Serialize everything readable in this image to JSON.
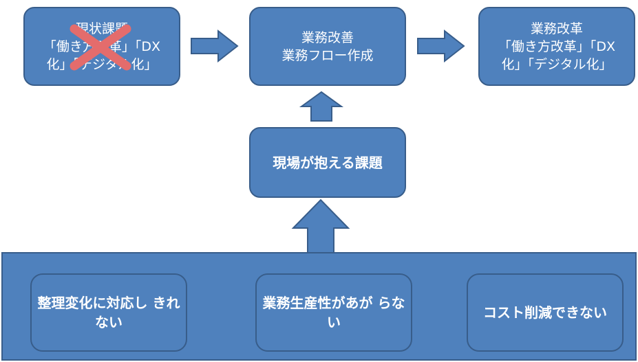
{
  "top_row": {
    "current_issue": {
      "title": "現状課題",
      "line2": "「働き方改革」「DX",
      "line3": "化」「デジタル化」"
    },
    "improvement": {
      "line1": "業務改善",
      "line2": "業務フロー作成"
    },
    "reform": {
      "line1": "業務改革",
      "line2": "「働き方改革」「DX",
      "line3": "化」「デジタル化」"
    }
  },
  "middle": {
    "field_issues": "現場が抱える課題"
  },
  "bottom": {
    "item1": {
      "line1": "整理変化に対応し",
      "line2": "きれない"
    },
    "item2": {
      "line1": "業務生産性があが",
      "line2": "らない"
    },
    "item3": {
      "line1": "コスト削減できない"
    }
  },
  "colors": {
    "box_fill": "#4f81bd",
    "box_border": "#385d8a",
    "cross": "#e46c6c"
  }
}
